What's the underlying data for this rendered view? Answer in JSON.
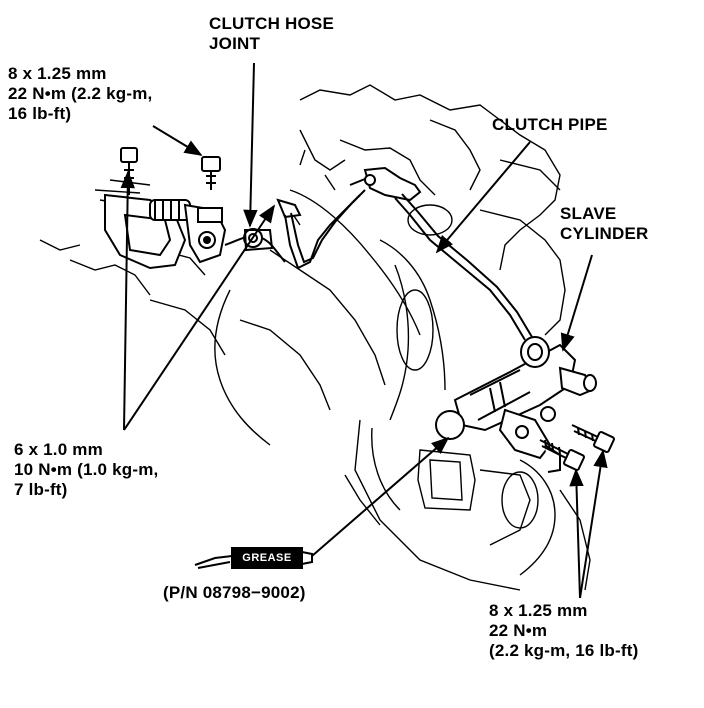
{
  "labels": {
    "clutch_hose_joint": [
      "CLUTCH HOSE",
      "JOINT"
    ],
    "bolt_top": [
      "8 x 1.25 mm",
      "22 N•m (2.2 kg-m,",
      "16 lb-ft)"
    ],
    "clutch_pipe": "CLUTCH PIPE",
    "slave_cylinder": [
      "SLAVE",
      "CYLINDER"
    ],
    "bolt_left": [
      "6 x 1.0 mm",
      "10 N•m (1.0 kg-m,",
      "7 lb-ft)"
    ],
    "grease_tube": "GREASE",
    "grease_part_number": "(P/N 08798−9002)",
    "bolt_bottom": [
      "8 x 1.25 mm",
      "22 N•m",
      "(2.2 kg-m, 16 lb-ft)"
    ]
  }
}
